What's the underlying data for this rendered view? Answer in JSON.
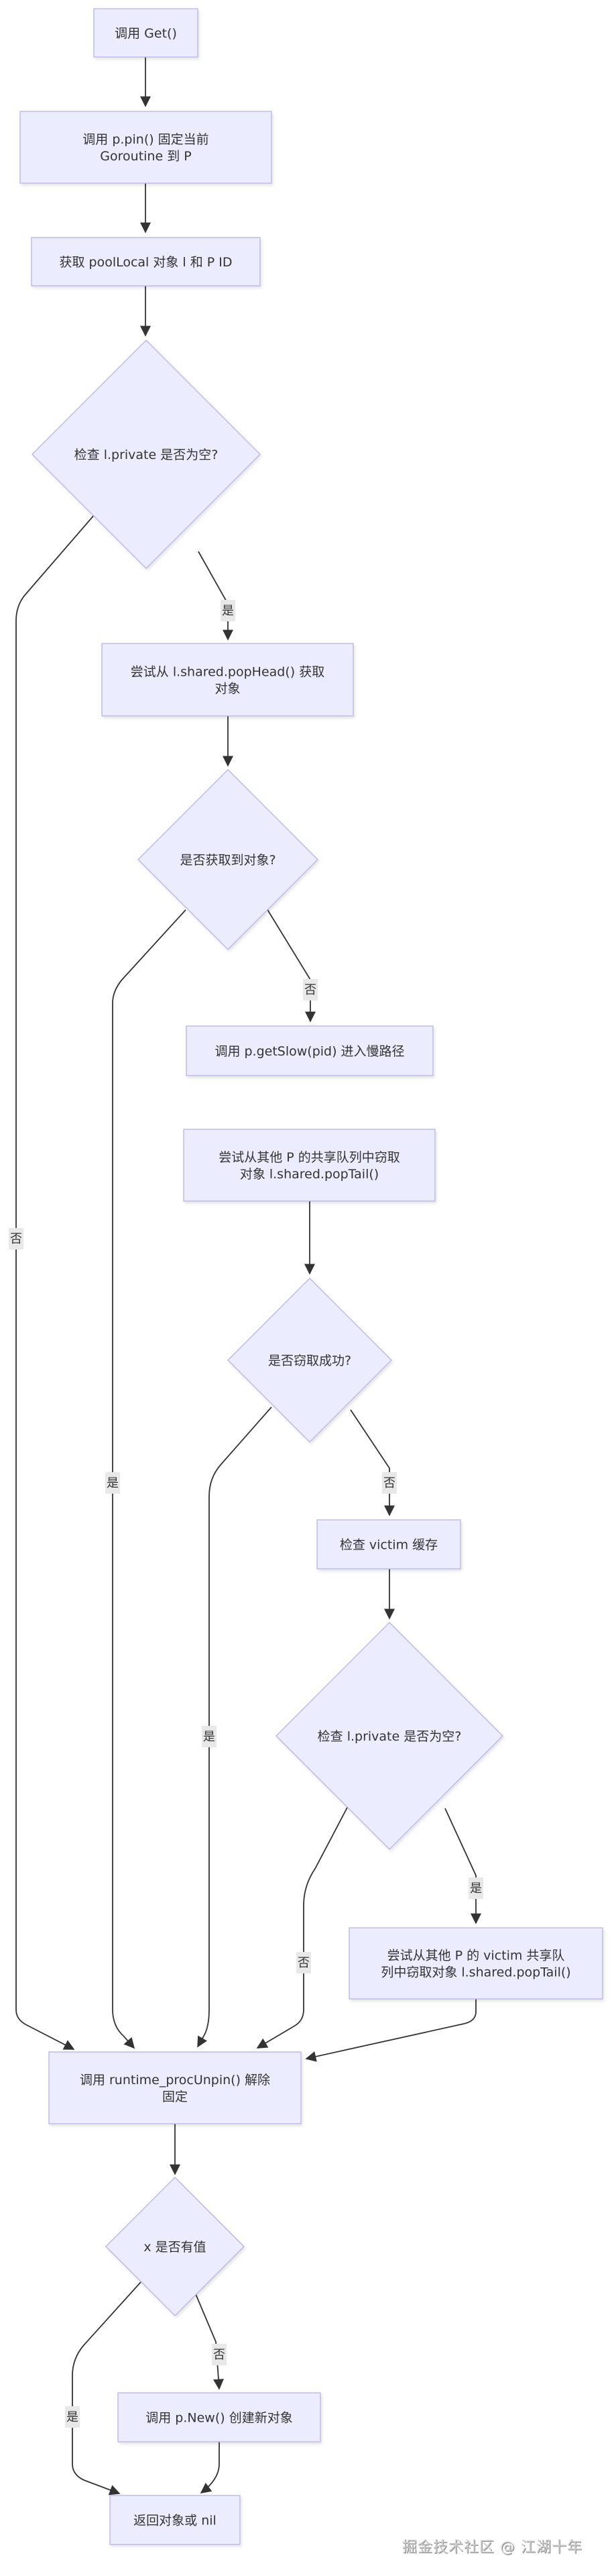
{
  "diagram": {
    "type": "flowchart",
    "direction": "top-down",
    "colors": {
      "node_fill": "#ececff",
      "node_stroke": "#b7b3ea",
      "edge": "#333333",
      "label_bg": "#e8e8e8",
      "text": "#333333"
    },
    "nodes": [
      {
        "id": "get",
        "shape": "rect",
        "lines": [
          "调用 Get()"
        ]
      },
      {
        "id": "pin",
        "shape": "rect",
        "lines": [
          "调用 p.pin() 固定当前",
          "Goroutine 到 P"
        ]
      },
      {
        "id": "local",
        "shape": "rect",
        "lines": [
          "获取 poolLocal 对象 l 和 P ID"
        ]
      },
      {
        "id": "check_private",
        "shape": "diamond",
        "lines": [
          "检查 l.private 是否为空?"
        ]
      },
      {
        "id": "pophead",
        "shape": "rect",
        "lines": [
          "尝试从 l.shared.popHead() 获取",
          "对象"
        ]
      },
      {
        "id": "got_obj",
        "shape": "diamond",
        "lines": [
          "是否获取到对象?"
        ]
      },
      {
        "id": "getslow",
        "shape": "rect",
        "lines": [
          "调用 p.getSlow(pid) 进入慢路径"
        ]
      },
      {
        "id": "steal",
        "shape": "rect",
        "lines": [
          "尝试从其他 P 的共享队列中窃取",
          "对象 l.shared.popTail()"
        ]
      },
      {
        "id": "steal_ok",
        "shape": "diamond",
        "lines": [
          "是否窃取成功?"
        ]
      },
      {
        "id": "victim",
        "shape": "rect",
        "lines": [
          "检查 victim 缓存"
        ]
      },
      {
        "id": "check_private2",
        "shape": "diamond",
        "lines": [
          "检查 l.private 是否为空?"
        ]
      },
      {
        "id": "victim_steal",
        "shape": "rect",
        "lines": [
          "尝试从其他 P 的 victim 共享队",
          "列中窃取对象 l.shared.popTail()"
        ]
      },
      {
        "id": "unpin",
        "shape": "rect",
        "lines": [
          "调用 runtime_procUnpin() 解除",
          "固定"
        ]
      },
      {
        "id": "has_x",
        "shape": "diamond",
        "lines": [
          "x 是否有值"
        ]
      },
      {
        "id": "new",
        "shape": "rect",
        "lines": [
          "调用 p.New() 创建新对象"
        ]
      },
      {
        "id": "ret",
        "shape": "rect",
        "lines": [
          "返回对象或 nil"
        ]
      }
    ],
    "edges": [
      {
        "from": "get",
        "to": "pin",
        "label": ""
      },
      {
        "from": "pin",
        "to": "local",
        "label": ""
      },
      {
        "from": "local",
        "to": "check_private",
        "label": ""
      },
      {
        "from": "check_private",
        "to": "pophead",
        "label": "是"
      },
      {
        "from": "check_private",
        "to": "unpin",
        "label": "否"
      },
      {
        "from": "pophead",
        "to": "got_obj",
        "label": ""
      },
      {
        "from": "got_obj",
        "to": "getslow",
        "label": "否"
      },
      {
        "from": "got_obj",
        "to": "unpin",
        "label": "是"
      },
      {
        "from": "getslow",
        "to": "steal",
        "label": ""
      },
      {
        "from": "steal",
        "to": "steal_ok",
        "label": ""
      },
      {
        "from": "steal_ok",
        "to": "victim",
        "label": "否"
      },
      {
        "from": "steal_ok",
        "to": "unpin",
        "label": "是"
      },
      {
        "from": "victim",
        "to": "check_private2",
        "label": ""
      },
      {
        "from": "check_private2",
        "to": "victim_steal",
        "label": "是"
      },
      {
        "from": "check_private2",
        "to": "unpin",
        "label": "否"
      },
      {
        "from": "victim_steal",
        "to": "unpin",
        "label": ""
      },
      {
        "from": "unpin",
        "to": "has_x",
        "label": ""
      },
      {
        "from": "has_x",
        "to": "new",
        "label": "否"
      },
      {
        "from": "has_x",
        "to": "ret",
        "label": "是"
      },
      {
        "from": "new",
        "to": "ret",
        "label": ""
      }
    ]
  },
  "watermark": "掘金技术社区 @ 江湖十年"
}
